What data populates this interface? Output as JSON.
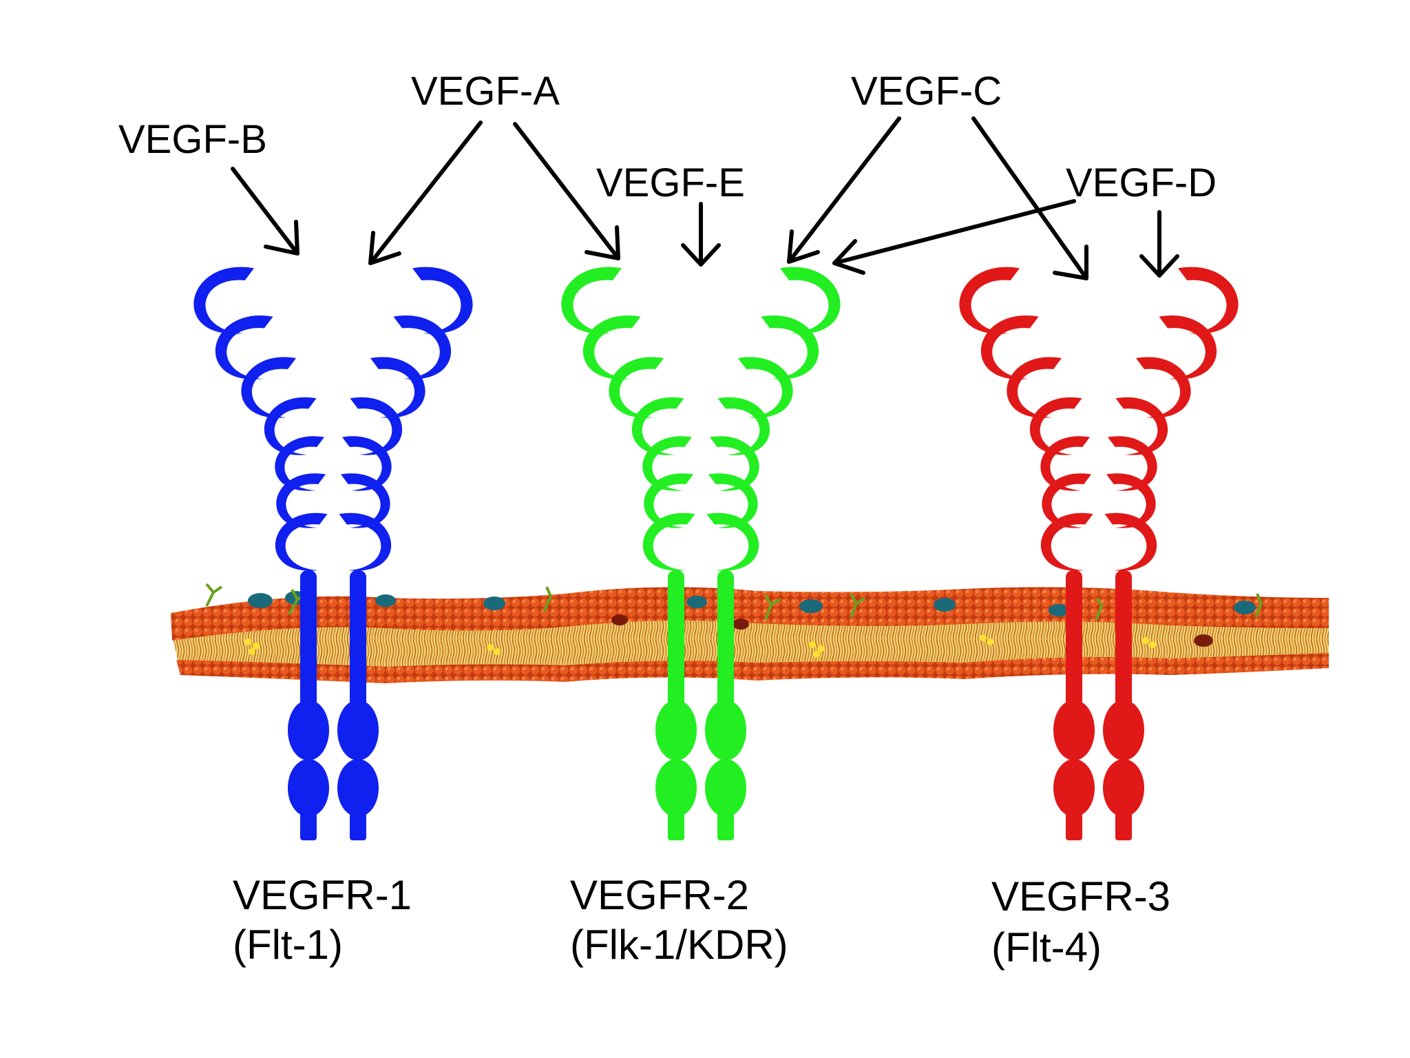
{
  "ligands": {
    "vegf_a": "VEGF-A",
    "vegf_b": "VEGF-B",
    "vegf_c": "VEGF-C",
    "vegf_d": "VEGF-D",
    "vegf_e": "VEGF-E"
  },
  "receptors": [
    {
      "name": "VEGFR-1",
      "alias": "(Flt-1)",
      "color": "#1020ee"
    },
    {
      "name": "VEGFR-2",
      "alias": "(Flk-1/KDR)",
      "color": "#22ee22"
    },
    {
      "name": "VEGFR-3",
      "alias": "(Flt-4)",
      "color": "#e01818"
    }
  ],
  "colors": {
    "arrow": "#000000",
    "membrane_head": "#e0501a",
    "membrane_head_dark": "#b8300e",
    "membrane_tail": "#d89a20",
    "membrane_protein": "#1a6a7a"
  },
  "icons": {
    "membrane": "lipid-bilayer-icon"
  }
}
